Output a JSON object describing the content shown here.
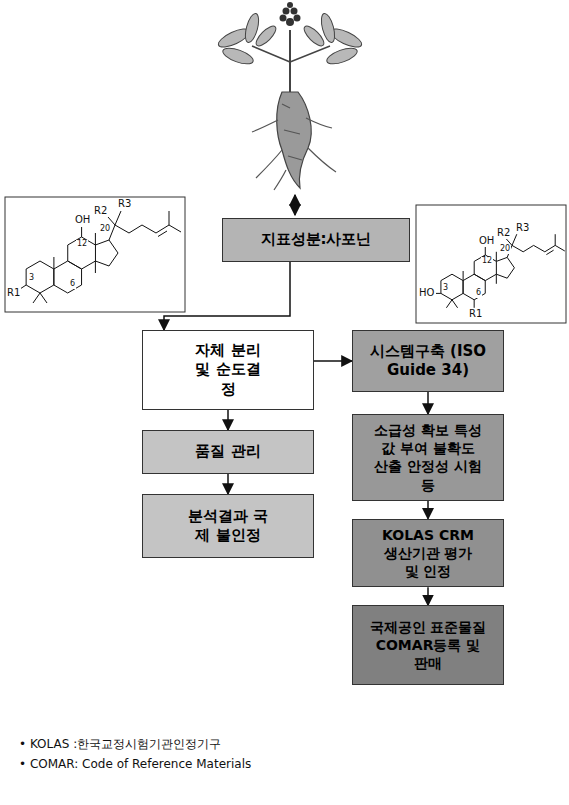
{
  "diagram": {
    "nodes": [
      {
        "text": [
          "지표성분:사포닌"
        ]
      },
      {
        "text": [
          "자체 분리 및 순도결정"
        ]
      },
      {
        "text": [
          "품질 관리"
        ]
      },
      {
        "text": [
          "분석결과 국제 불인정"
        ]
      },
      {
        "text": [
          "시스템구축 (ISO Guide 34)"
        ]
      },
      {
        "text": [
          "소급성 확보 특성값 부여 불확도 산출 안정성 시험 등"
        ]
      },
      {
        "text": [
          "KOLAS CRM생산기관 평가 및 인정"
        ]
      },
      {
        "text": [
          "국제공인 표준물질 COMAR등록 및 판매"
        ]
      }
    ],
    "edges": [
      {
        "from": 0,
        "to": 1,
        "arrow": "to"
      },
      {
        "from": 1,
        "to": 4,
        "arrow": "to"
      },
      {
        "from": 1,
        "to": 2,
        "arrow": "to"
      },
      {
        "from": 2,
        "to": 3,
        "arrow": "to"
      },
      {
        "from": 4,
        "to": 5,
        "arrow": "to"
      },
      {
        "from": 5,
        "to": 6,
        "arrow": "to"
      },
      {
        "from": 6,
        "to": 7,
        "arrow": "to"
      }
    ],
    "labels": [
      "OH",
      "R2",
      "R3",
      "12",
      "20",
      "R1",
      "3",
      "6",
      "R2",
      "R3",
      "OH",
      "12",
      "20",
      "HO",
      "3",
      "6",
      "R1",
      "• KOLAS :한국교정시험기관인정기구",
      "• COMAR: Code of Reference Materials"
    ]
  }
}
